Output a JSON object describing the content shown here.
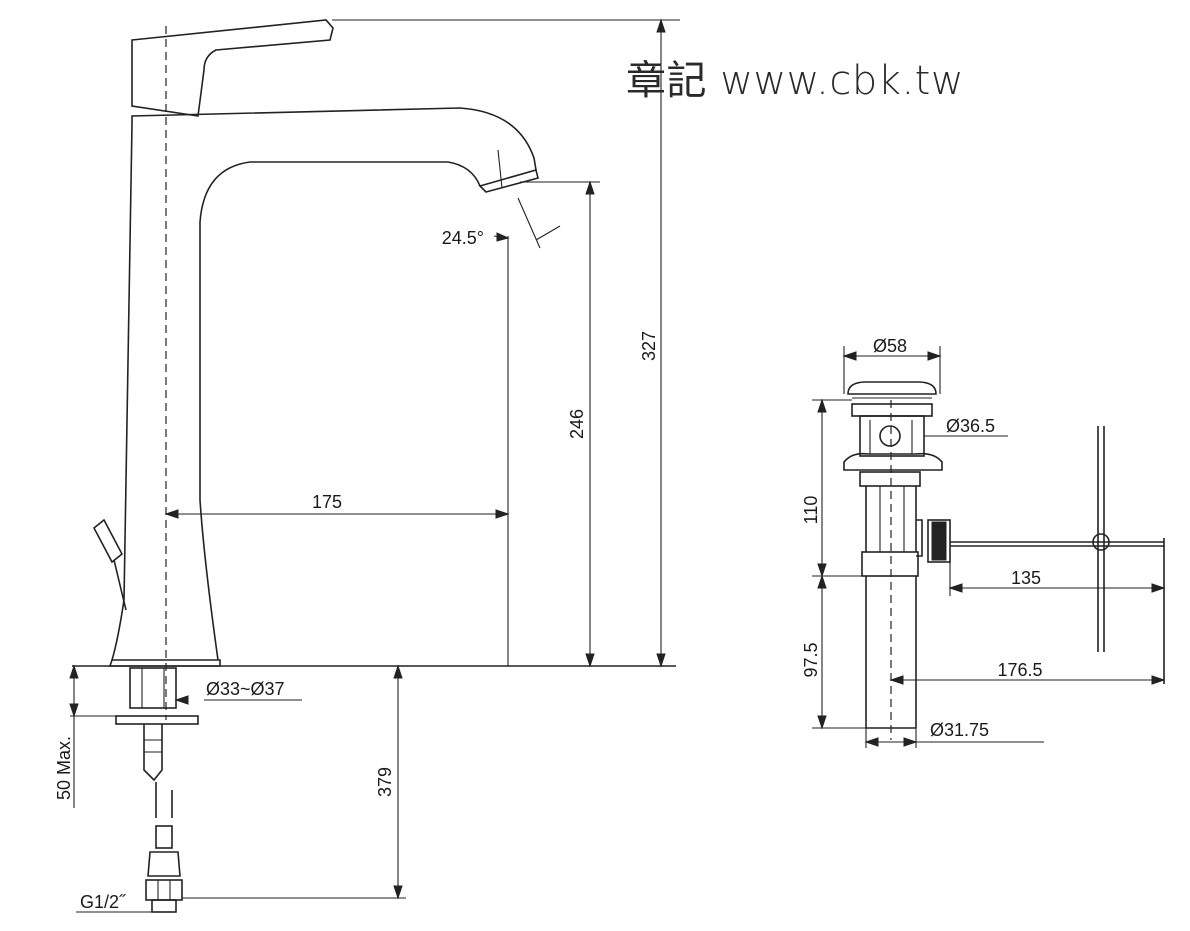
{
  "watermark": "章記 www.cbk.tw",
  "faucet": {
    "dimensions": {
      "total_height": "327",
      "spout_height": "246",
      "spout_reach": "175",
      "spout_angle": "24.5°",
      "hole_diameter": "Ø33~Ø37",
      "deck_thickness": "50 Max.",
      "hose_length": "379",
      "thread": "G1/2˝"
    }
  },
  "drain": {
    "dimensions": {
      "cap_diameter": "Ø58",
      "body_diameter": "Ø36.5",
      "upper_height": "110",
      "lower_height": "97.5",
      "rod_length": "135",
      "rod_total": "176.5",
      "tail_diameter": "Ø31.75"
    }
  }
}
